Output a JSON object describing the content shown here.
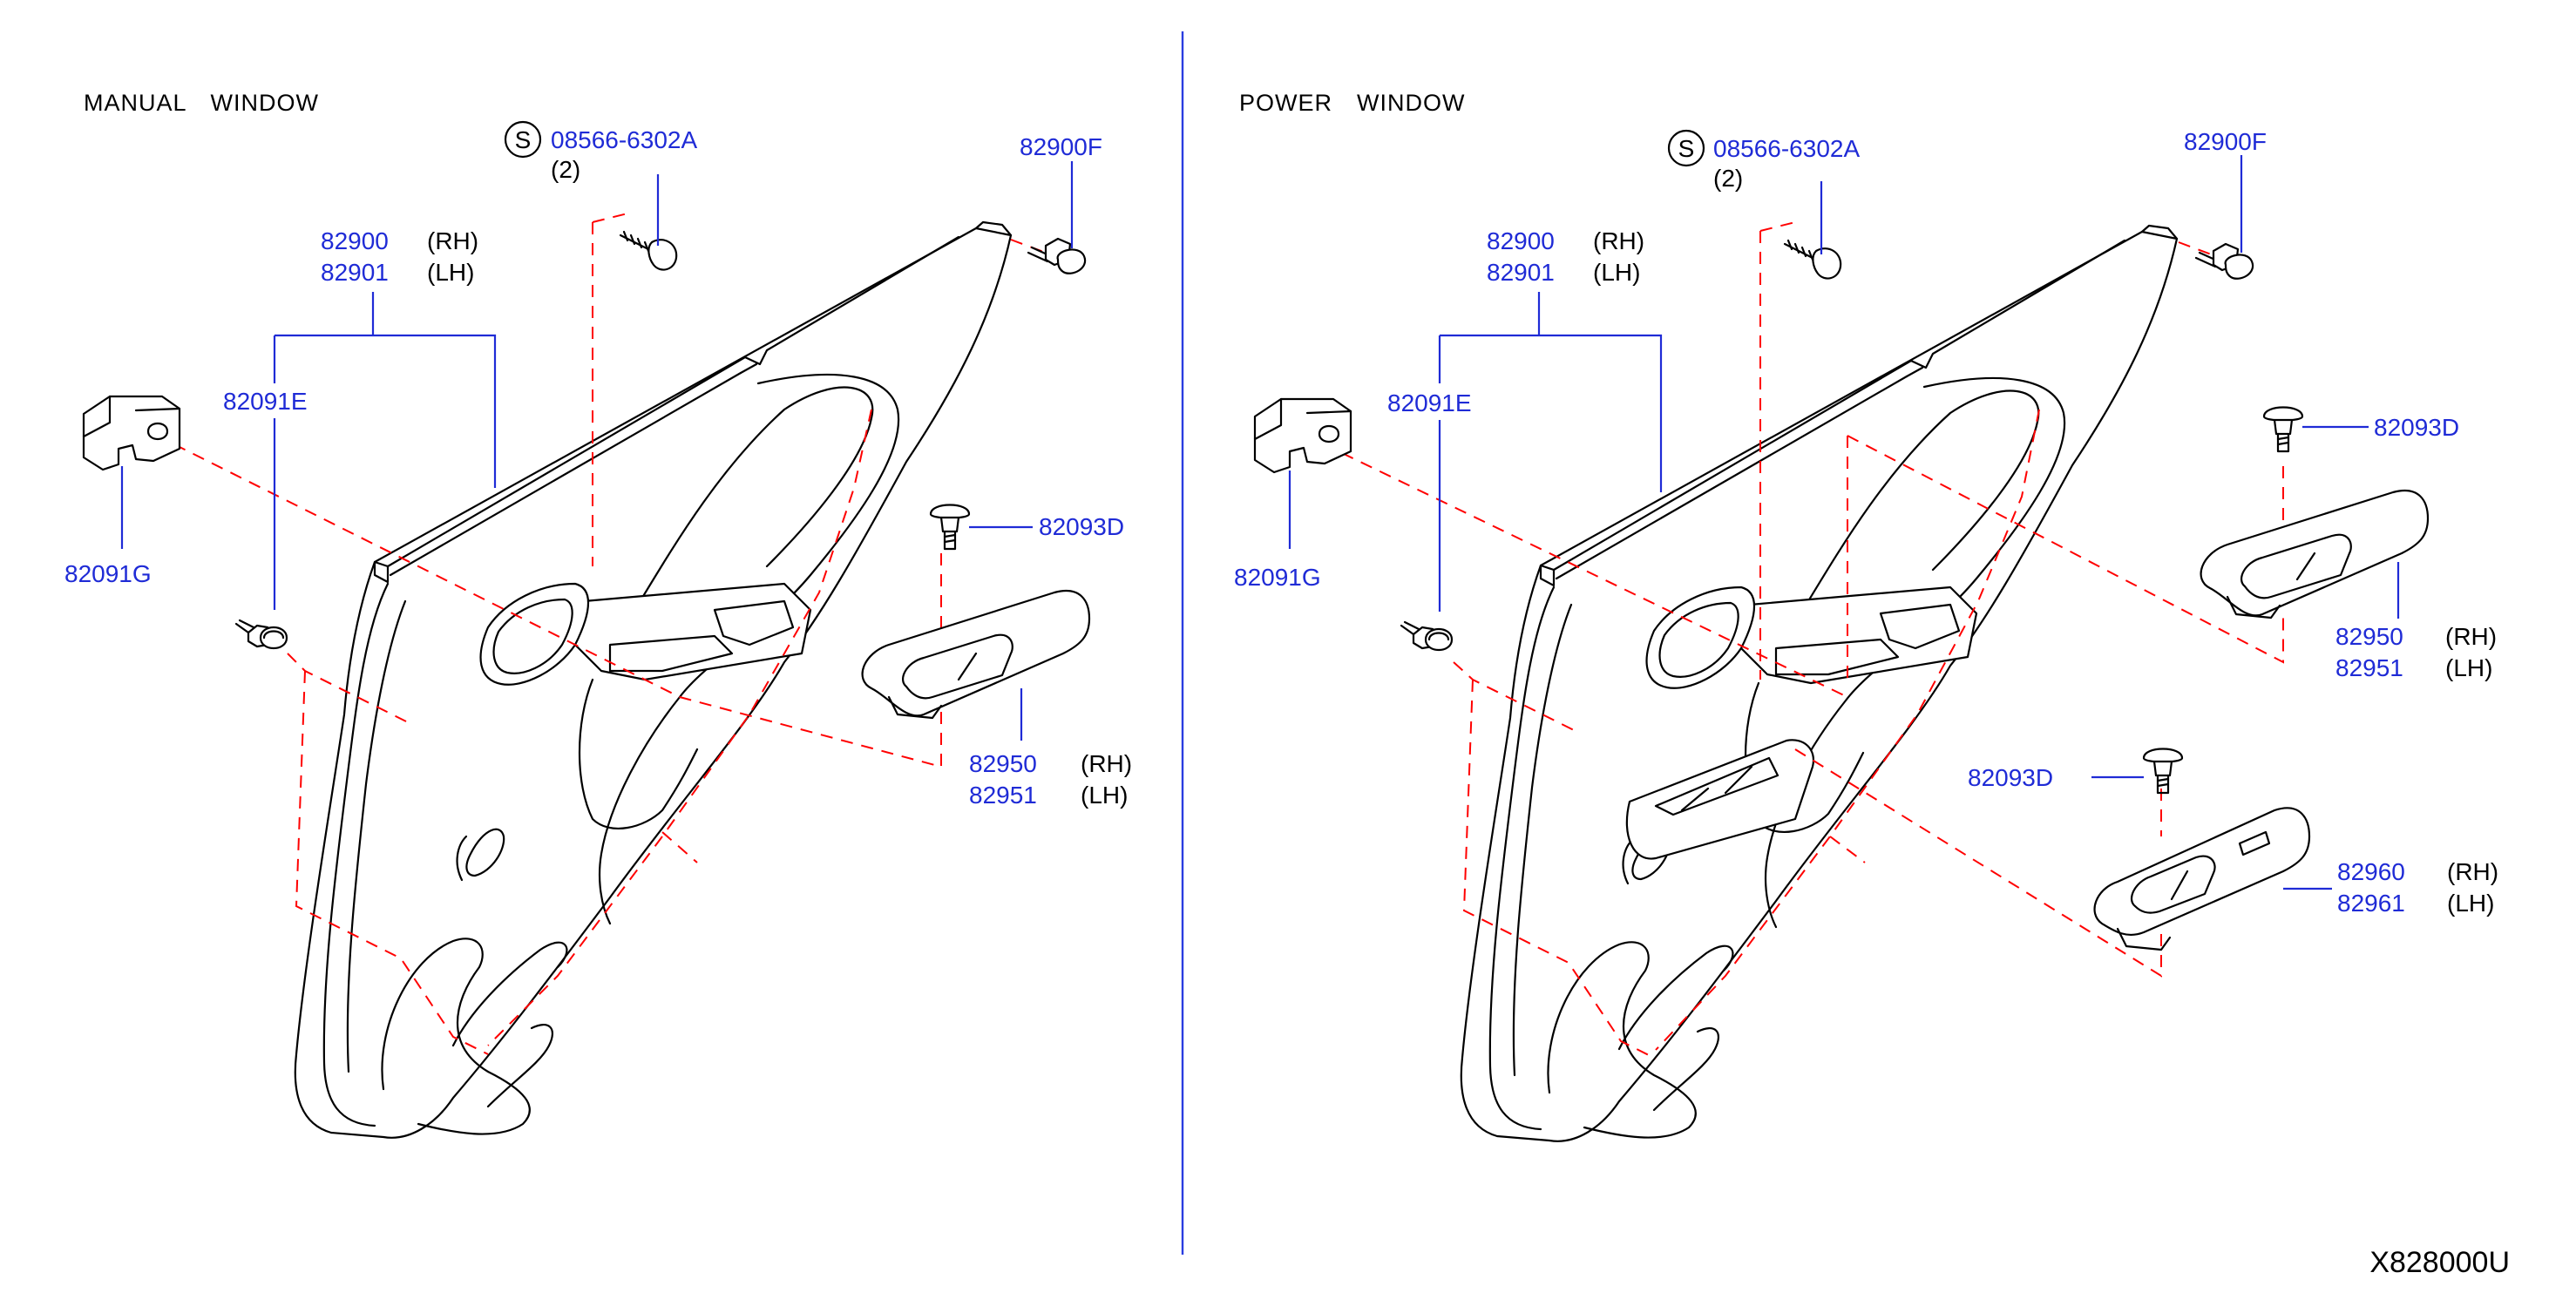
{
  "colors": {
    "part_number": "#1f2bd6",
    "leader": "#1f2bd6",
    "hidden_line": "#ff0000",
    "separator": "#2a3de0",
    "text": "#000000"
  },
  "diagram_code": "X828000U",
  "panels": [
    {
      "title": "MANUAL　WINDOW",
      "labels": {
        "screw_prefix": "S",
        "screw_part": "08566-6302A",
        "screw_qty": "(2)",
        "clip_top": "82900F",
        "trim_rh": "82900",
        "trim_rh_side": "(RH)",
        "trim_lh": "82901",
        "trim_lh_side": "(LH)",
        "clip_e": "82091E",
        "clip_g": "82091G",
        "screw_d": "82093D",
        "finisher_rh": "82950",
        "finisher_rh_side": "(RH)",
        "finisher_lh": "82951",
        "finisher_lh_side": "(LH)"
      }
    },
    {
      "title": "POWER　WINDOW",
      "labels": {
        "screw_prefix": "S",
        "screw_part": "08566-6302A",
        "screw_qty": "(2)",
        "clip_top": "82900F",
        "trim_rh": "82900",
        "trim_rh_side": "(RH)",
        "trim_lh": "82901",
        "trim_lh_side": "(LH)",
        "clip_e": "82091E",
        "clip_g": "82091G",
        "screw_d": "82093D",
        "finisher_rh": "82950",
        "finisher_rh_side": "(RH)",
        "finisher_lh": "82951",
        "finisher_lh_side": "(LH)",
        "screw_d2": "82093D",
        "switch_rh": "82960",
        "switch_rh_side": "(RH)",
        "switch_lh": "82961",
        "switch_lh_side": "(LH)"
      }
    }
  ]
}
